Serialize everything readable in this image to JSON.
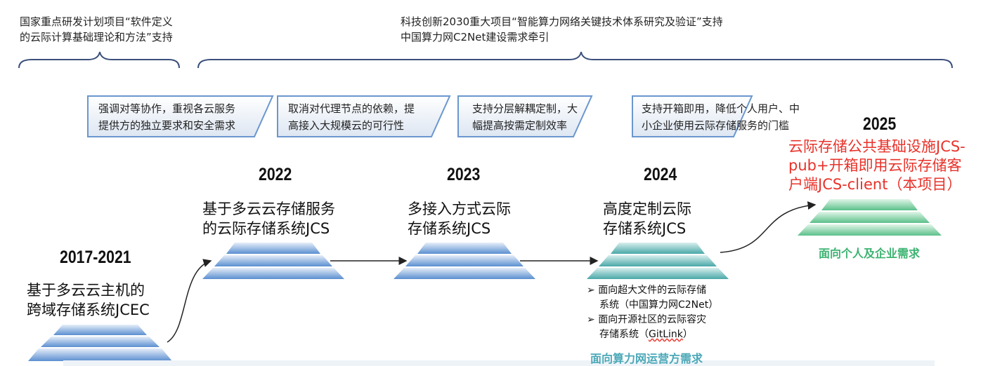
{
  "support": {
    "left": [
      "国家重点研发计划项目“软件定义",
      "的云际计算基础理论和方法”支持"
    ],
    "right": [
      "科技创新2030重大项目“智能算力网络关键技术体系研究及验证”支持",
      "中国算力网C2Net建设需求牵引"
    ]
  },
  "banners": [
    [
      "强调对等协作，重视各云服务",
      "提供方的独立要求和安全需求"
    ],
    [
      "取消对代理节点的依赖，提",
      "高接入大规模云的可行性"
    ],
    [
      "支持分层解耦定制，大",
      "幅提高按需定制效率"
    ],
    [
      "支持开箱即用，降低个人用户、中",
      "小企业使用云际存储服务的门槛"
    ]
  ],
  "stages": [
    {
      "year": "2017-2021",
      "title": [
        "基于多云云主机的",
        "跨域存储系统JCEC"
      ]
    },
    {
      "year": "2022",
      "title": [
        "基于多云云存储服务",
        "的云际存储系统JCS"
      ]
    },
    {
      "year": "2023",
      "title": [
        "多接入方式云际",
        "存储系统JCS"
      ]
    },
    {
      "year": "2024",
      "title": [
        "高度定制云际",
        "存储系统JCS"
      ],
      "bullets": [
        [
          "面向超大文件的云际存储",
          "系统（中国算力网C2Net）"
        ],
        [
          "面向开源社区的云际容灾",
          "存储系统（",
          "GitLink",
          "）"
        ]
      ],
      "audience": "面向算力网运营方需求"
    },
    {
      "year": "2025",
      "title": [
        "云际存储公共基础设施JCS-",
        "pub+开箱即用云际存储客",
        "户端JCS-client（本项目）"
      ],
      "audience": "面向个人及企业需求"
    }
  ],
  "colors": {
    "blue": "#5b8fd0",
    "teal": "#4aa8a8",
    "green": "#5cc08a",
    "red": "#e8322a"
  }
}
